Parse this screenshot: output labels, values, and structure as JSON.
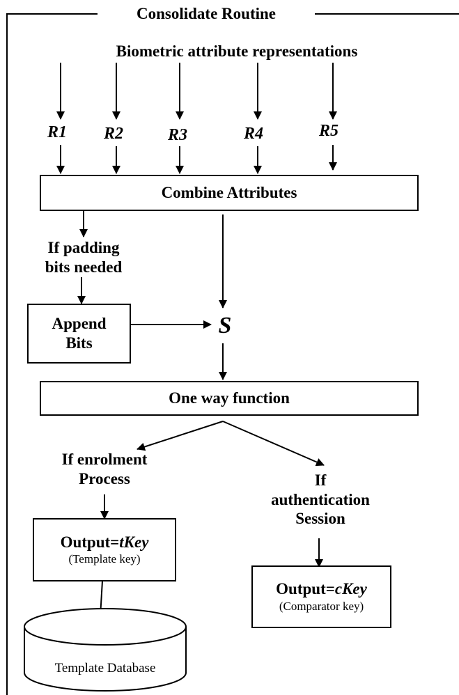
{
  "frame": {
    "title": "Consolidate Routine"
  },
  "inputs": {
    "heading": "Biometric attribute representations",
    "items": [
      "R1",
      "R2",
      "R3",
      "R4",
      "R5"
    ]
  },
  "combine": {
    "label": "Combine Attributes"
  },
  "padding": {
    "line1": "If padding",
    "line2": "bits needed"
  },
  "append": {
    "line1": "Append",
    "line2": "Bits"
  },
  "s_node": {
    "label": "S"
  },
  "oneway": {
    "label": "One way function"
  },
  "enrol": {
    "line1": "If enrolment",
    "line2": "Process"
  },
  "auth": {
    "line1": "If",
    "line2": "authentication",
    "line3": "Session"
  },
  "tkey": {
    "prefix": "Output=",
    "key": "tKey",
    "sub": "(Template key)"
  },
  "ckey": {
    "prefix": "Output=",
    "key": "cKey",
    "sub": "(Comparator key)"
  },
  "database": {
    "label": "Template Database"
  }
}
